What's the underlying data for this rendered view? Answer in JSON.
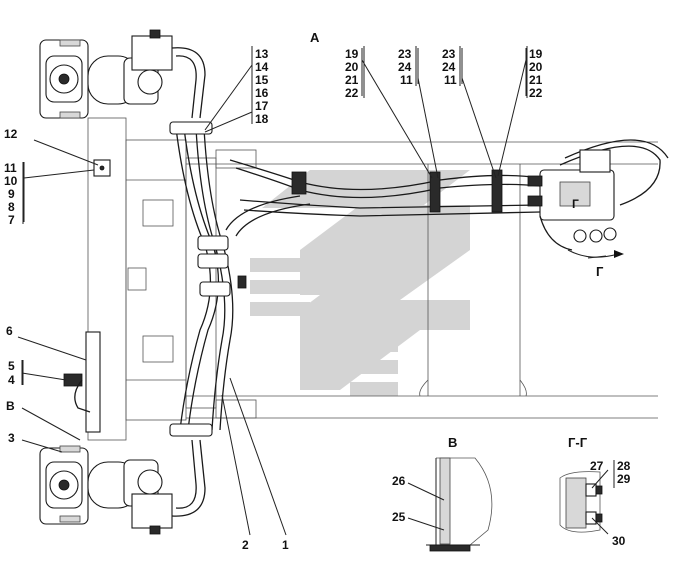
{
  "views": {
    "main": "А",
    "b": "В",
    "g": "Г",
    "gg": "Г-Г"
  },
  "callouts": {
    "group_13_18": [
      "13",
      "14",
      "15",
      "16",
      "17",
      "18"
    ],
    "group_19_22_left": [
      "19",
      "20",
      "21",
      "22"
    ],
    "group_23_11_left": [
      "23",
      "24",
      "11"
    ],
    "group_23_11_right": [
      "23",
      "24",
      "11"
    ],
    "group_19_22_right": [
      "19",
      "20",
      "21",
      "22"
    ],
    "group_7_11": [
      "11",
      "10",
      "9",
      "8",
      "7"
    ],
    "group_4_5": [
      "5",
      "4"
    ],
    "group_28_29": [
      "28",
      "29"
    ],
    "single": {
      "n12": "12",
      "n6": "6",
      "nB": "В",
      "n3": "3",
      "n2": "2",
      "n1": "1",
      "n26": "26",
      "n25": "25",
      "n27": "27",
      "n30": "30"
    }
  },
  "colors": {
    "line": "#1a1a1a",
    "watermark": "#d4d4d4"
  }
}
